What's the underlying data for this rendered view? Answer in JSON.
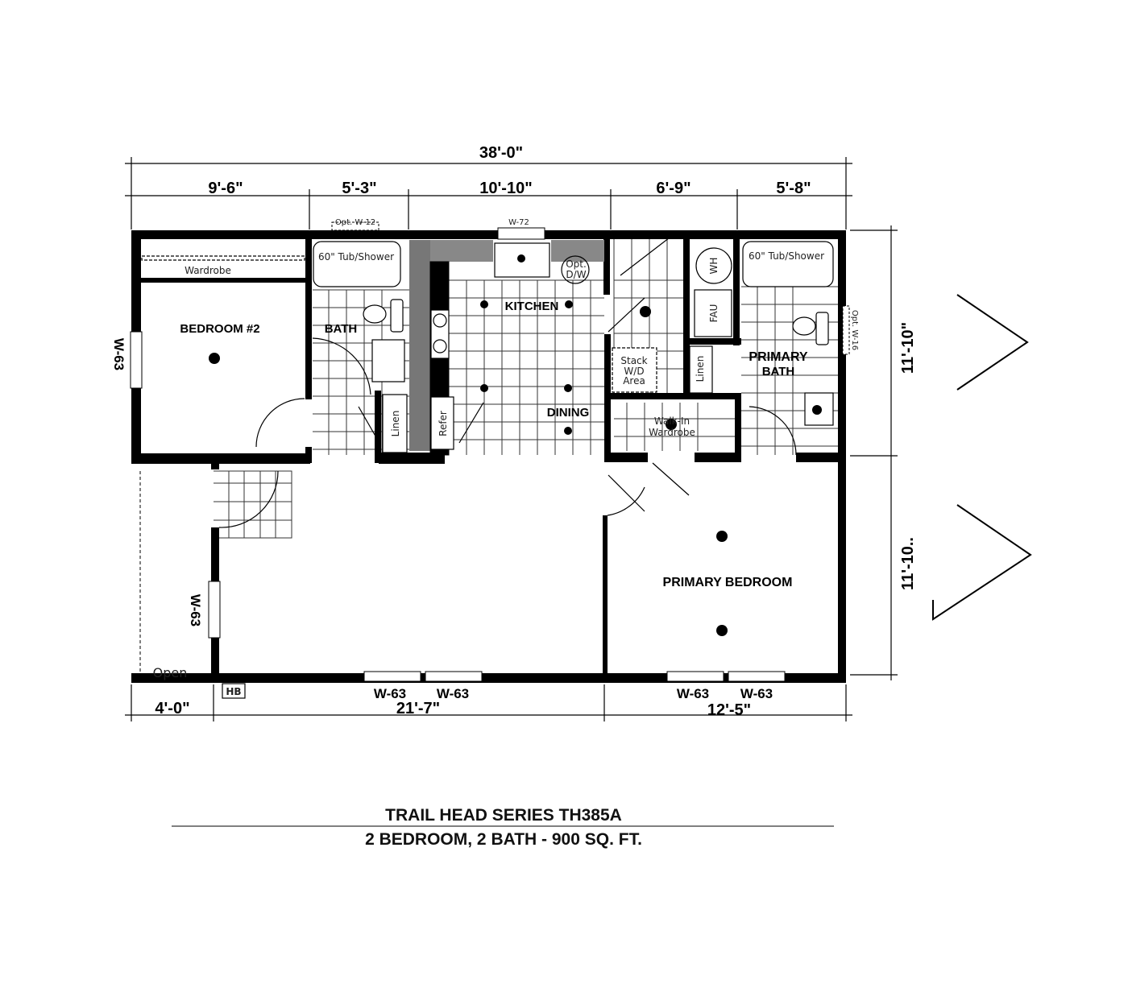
{
  "dimensions": {
    "overall_width": "38'-0\"",
    "top_segments": [
      "9'-6\"",
      "5'-3\"",
      "10'-10\"",
      "6'-9\"",
      "5'-8\""
    ],
    "bottom_segments": [
      "4'-0\"",
      "21'-7\"",
      "12'-5\""
    ],
    "right_segments": [
      "11'-10\"",
      "11'-10.."
    ]
  },
  "rooms": {
    "bedroom2": "BEDROOM #2",
    "bath": "BATH",
    "kitchen": "KITCHEN",
    "dining": "DINING",
    "primary_bath_line1": "PRIMARY",
    "primary_bath_line2": "BATH",
    "primary_bedroom": "PRIMARY BEDROOM",
    "open": "Open"
  },
  "fixtures": {
    "wardrobe": "Wardrobe",
    "tub_shower_1": "60\" Tub/Shower",
    "tub_shower_2": "60\" Tub/Shower",
    "linen_1": "Linen",
    "linen_2": "Linen",
    "refer": "Refer",
    "opt_dw_1": "Opt.",
    "opt_dw_2": "D/W",
    "wh": "WH",
    "fau": "FAU",
    "stack_1": "Stack",
    "stack_2": "W/D",
    "stack_3": "Area",
    "walkin_1": "Walk-In",
    "walkin_2": "Wardrobe",
    "hb": "HB"
  },
  "windows": {
    "opt_w12": "Opt. W-12",
    "w72": "W-72",
    "opt_w16": "Opt. W-16",
    "left_bedroom": "W-63",
    "left_living": "W-63",
    "bottom": [
      "W-63",
      "W-63",
      "W-63",
      "W-63"
    ]
  },
  "title": {
    "series": "TRAIL HEAD SERIES   TH385A",
    "summary": "2 BEDROOM, 2 BATH - 900 SQ. FT."
  }
}
